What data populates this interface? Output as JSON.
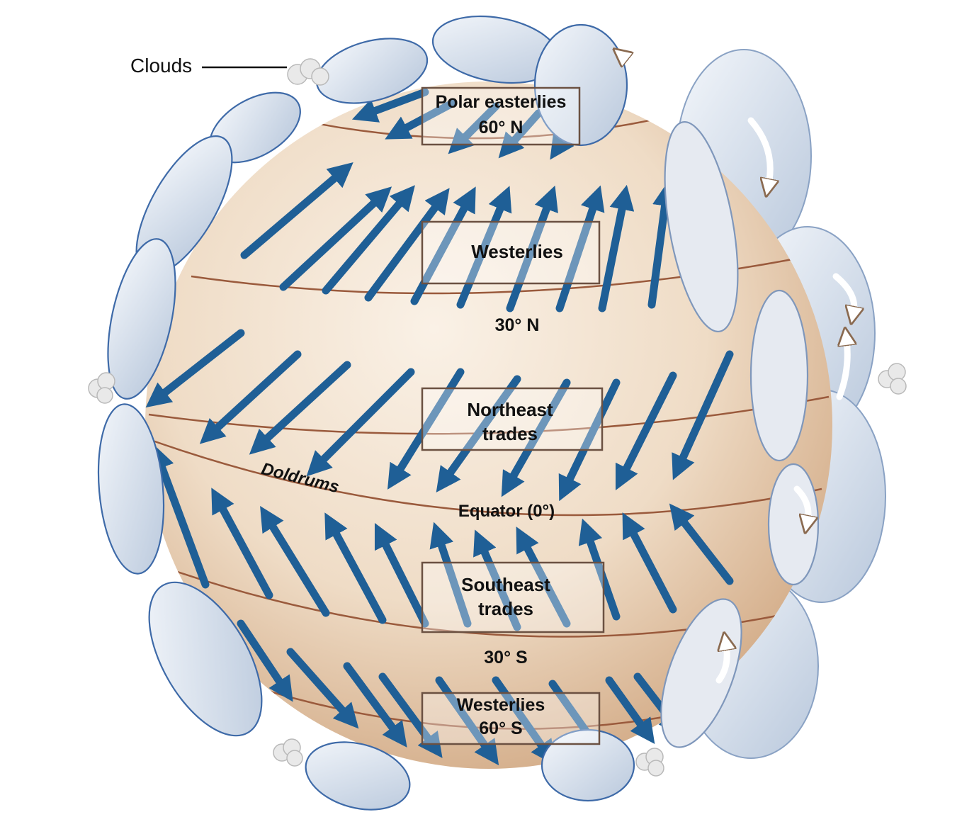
{
  "callouts": {
    "clouds": "Clouds"
  },
  "zones": {
    "polar_easterlies": {
      "line1": "Polar easterlies",
      "line2": "60° N"
    },
    "westerlies_north": {
      "line1": "Westerlies"
    },
    "lat_30n": "30° N",
    "northeast_trades": {
      "line1": "Northeast",
      "line2": "trades"
    },
    "doldrums": "Doldrums",
    "equator": "Equator (0°)",
    "southeast_trades": {
      "line1": "Southeast",
      "line2": "trades"
    },
    "lat_30s": "30° S",
    "westerlies_south": {
      "line1": "Westerlies",
      "line2": "60° S"
    }
  },
  "colors": {
    "globe_light": "#f7ebdc",
    "globe_dark": "#d9b592",
    "arrow": "#1f5f96",
    "cell_fill": "#e4ebf4",
    "cell_stroke": "#3e6aa8",
    "latitude_line": "#9a5a3c"
  }
}
